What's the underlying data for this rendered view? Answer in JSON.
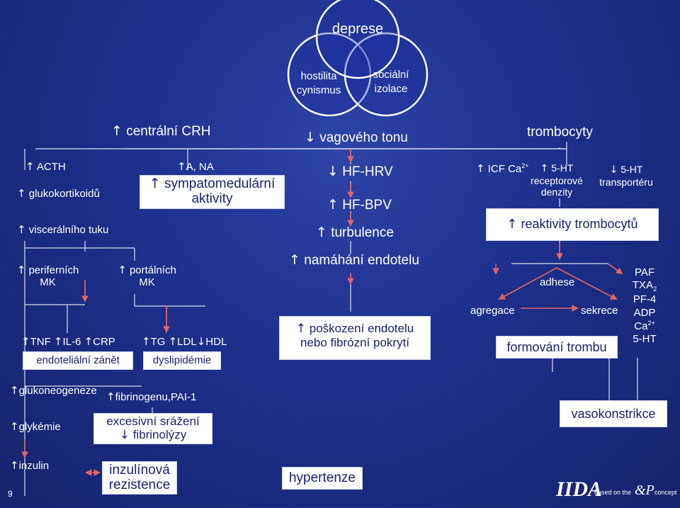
{
  "venn": {
    "center": "deprese",
    "left": [
      "hostilita",
      "cynismus"
    ],
    "right": [
      "sociální",
      "izolace"
    ]
  },
  "left_col": {
    "cns": "centrální CRH",
    "acth": "ACTH",
    "glucocorticoids": "glukokortikoidů",
    "visceral_fat": "viscerálního tuku",
    "an": "A, NA",
    "sympathetic": [
      "sympatomedulární",
      "aktivity"
    ],
    "peripheral_mk": [
      "periferních",
      "MK"
    ],
    "portal_mk": [
      "portálních",
      "MK"
    ],
    "inflammation_markers": [
      "TNF",
      "IL-6",
      "CRP"
    ],
    "inflammation": "endoteliální zánět",
    "lipid_markers": [
      "TG",
      "LDL",
      "HDL"
    ],
    "dyslipidemia": "dyslipidémie",
    "gluconeogenesis": "glukoneogeneze",
    "glycemia": "glykémie",
    "fibrinogen": "fibrinogenu,PAI-1",
    "coagulation": [
      "excesivní srážení",
      "fibrinolýzy"
    ],
    "insulin": "inzulin",
    "insulin_resistance": [
      "inzulínová",
      "rezistence"
    ]
  },
  "middle_col": {
    "vagal": "vagového tonu",
    "hf_hrv": "HF-HRV",
    "hf_bpv": "HF-BPV",
    "turbulence": "turbulence",
    "endothelial_stress": "namáhání endotelu",
    "endothelial_damage": [
      "poškození endotelu",
      "nebo fibrózní pokrytí"
    ],
    "hypertension": "hypertenze"
  },
  "right_col": {
    "platelets": "trombocyty",
    "icf_ca": "ICF Ca",
    "icf_ca_sup": "2+",
    "receptor_5ht": [
      "5-HT",
      "receptorové",
      "denzity"
    ],
    "transporter_5ht": [
      "5-HT",
      "transportéru"
    ],
    "reactivity": "reaktivity trombocytů",
    "adhesion": "adhese",
    "aggregation": "agregace",
    "secretion": "sekrece",
    "thrombus": "formování trombu",
    "mediators": [
      "PAF",
      "TXA",
      "PF-4",
      "ADP",
      "Ca",
      "5-HT"
    ],
    "mediator_sub": "2",
    "mediator_sup": "2+",
    "vasoconstriction": "vasokonstrikce"
  },
  "footer": {
    "page_number": "9",
    "logo_text": "based on the",
    "logo_brand": "IIDA",
    "logo_concept": "concept"
  },
  "icons": {
    "up": "↑",
    "down": "↓"
  },
  "colors": {
    "venn_fill": "#1d2fa0",
    "box_text": "#1a2370",
    "line": "#ffffff",
    "arrow": "#e06666"
  }
}
